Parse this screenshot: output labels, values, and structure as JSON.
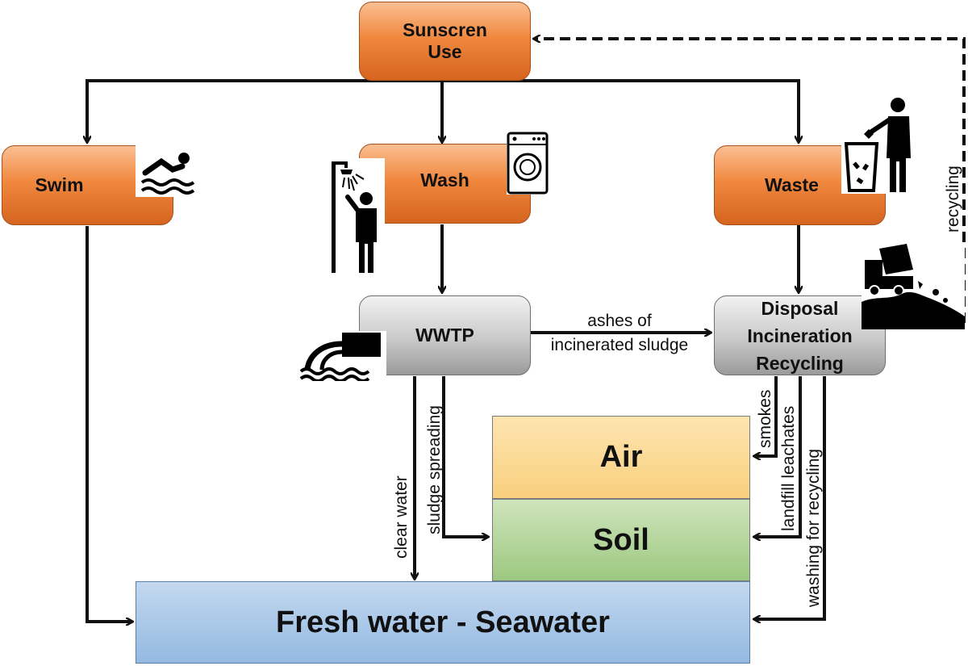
{
  "nodes": {
    "sunscreen": {
      "line1": "Sunscren",
      "line2": "Use"
    },
    "swim": "Swim",
    "wash": "Wash",
    "waste": "Waste",
    "wwtp": "WWTP",
    "disposal": {
      "line1": "Disposal",
      "line2": "Incineration",
      "line3": "Recycling"
    },
    "air": "Air",
    "soil": "Soil",
    "water": "Fresh water - Seawater"
  },
  "flows": {
    "ashes": {
      "line1": "ashes of",
      "line2": "incinerated sludge"
    },
    "recycling": "recycling",
    "clear_water": "clear water",
    "sludge_spreading": "sludge spreading",
    "smokes": "smokes",
    "landfill": "landfill leachates",
    "washing": "washing for recycling"
  },
  "icons": [
    "swimmer-icon",
    "shower-person-icon",
    "washing-machine-icon",
    "trash-person-icon",
    "wastewater-outfall-icon",
    "garbage-truck-icon"
  ],
  "colors": {
    "orange": "#f0883f",
    "gray": "#c9c9c9",
    "air": "#f9cf7d",
    "soil": "#9cc880",
    "water": "#94b9e1",
    "arrow": "#111111"
  }
}
